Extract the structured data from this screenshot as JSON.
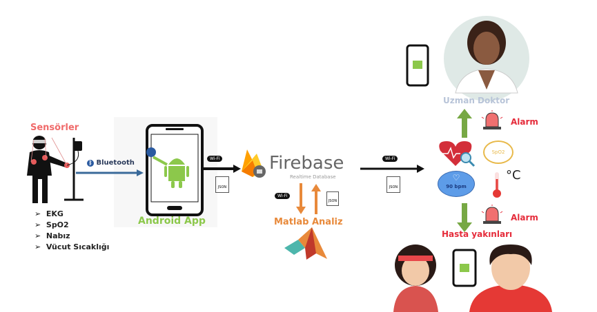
{
  "sensors": {
    "title": "Sensörler",
    "list": [
      "EKG",
      "SpO2",
      "Nabız",
      "Vücut Sıcaklığı"
    ]
  },
  "bluetooth_label": "Bluetooth",
  "android_app_label": "Android App",
  "wifi_label": "Wi-Fi",
  "json_label": "JSON",
  "firebase": {
    "title": "Firebase",
    "subtitle": "Realtime Database"
  },
  "matlab_label": "Matlab Analiz",
  "doctor_label": "Uzman Doktor",
  "alarm_top": "Alarm",
  "alarm_bottom": "Alarm",
  "spo2_label": "SpO2",
  "bpm_label": "90 bpm",
  "celsius_label": "°C",
  "relatives_label": "Hasta yakınları",
  "colors": {
    "android_green": "#8cc84b",
    "alarm_red": "#e52b3a",
    "matlab_orange": "#e8893a",
    "arrow_green": "#77a844",
    "bluetooth_blue": "#3a6a9a"
  }
}
